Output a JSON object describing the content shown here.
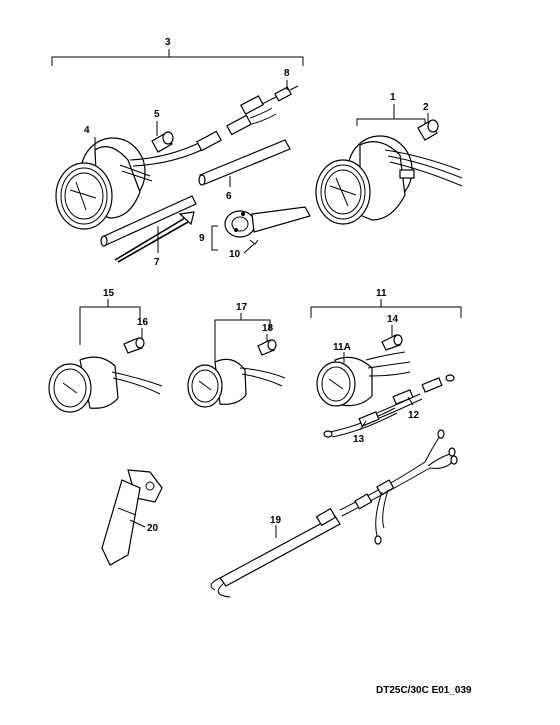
{
  "callouts": {
    "c1": "1",
    "c2": "2",
    "c3": "3",
    "c4": "4",
    "c5": "5",
    "c6": "6",
    "c7": "7",
    "c8": "8",
    "c9": "9",
    "c10": "10",
    "c11": "11",
    "c11a": "11A",
    "c12": "12",
    "c13": "13",
    "c14": "14",
    "c15": "15",
    "c16": "16",
    "c17": "17",
    "c18": "18",
    "c19": "19",
    "c20": "20"
  },
  "footer": {
    "code": "DT25C/30C E01_039"
  }
}
